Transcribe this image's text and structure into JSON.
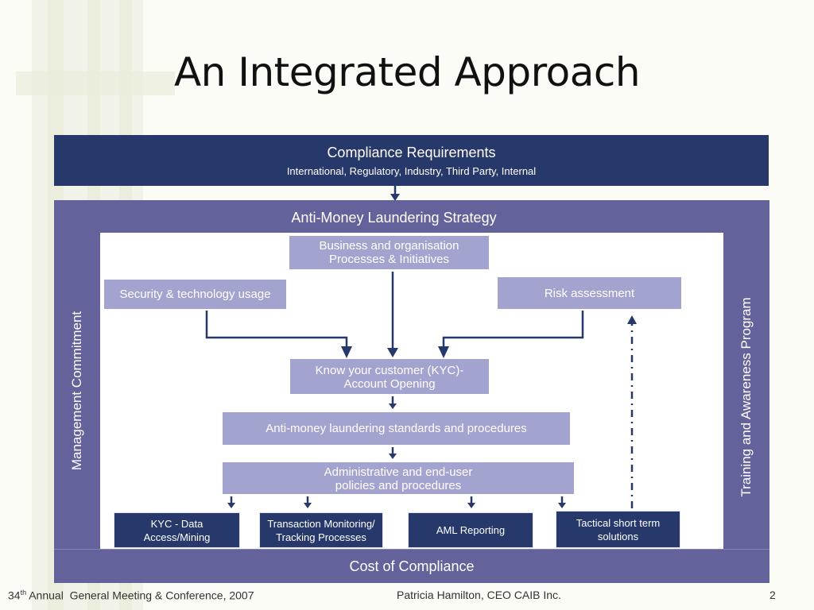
{
  "slide": {
    "title": "An Integrated Approach"
  },
  "compliance": {
    "title": "Compliance Requirements",
    "subtitle": "International, Regulatory, Industry, Third Party, Internal"
  },
  "strategy": {
    "title": "Anti-Money Laundering Strategy",
    "left_label": "Management Commitment",
    "right_label": "Training and Awareness Program",
    "bottom_label": "Cost of Compliance"
  },
  "boxes": {
    "business_line1": "Business and organisation",
    "business_line2": "Processes & Initiatives",
    "security": "Security & technology usage",
    "risk": "Risk assessment",
    "kyc_line1": "Know your customer (KYC)-",
    "kyc_line2": "Account Opening",
    "aml_standards": "Anti-money laundering standards and procedures",
    "admin_line1": "Administrative and end-user",
    "admin_line2": "policies and procedures"
  },
  "bottom_boxes": {
    "kyc_data_line1": "KYC - Data",
    "kyc_data_line2": "Access/Mining",
    "transaction_line1": "Transaction Monitoring/",
    "transaction_line2": "Tracking Processes",
    "aml_reporting": "AML Reporting",
    "tactical_line1": "Tactical short term",
    "tactical_line2": "solutions"
  },
  "footer": {
    "left_num": "34",
    "left_sup": "th",
    "left_text": " Annual  General Meeting & Conference, 2007",
    "center": "Patricia Hamilton, CEO CAIB Inc.",
    "page": "2"
  },
  "colors": {
    "navy": "#27386a",
    "purple": "#63629a",
    "lavender": "#a3a3cf",
    "background": "#fbfcf5"
  }
}
